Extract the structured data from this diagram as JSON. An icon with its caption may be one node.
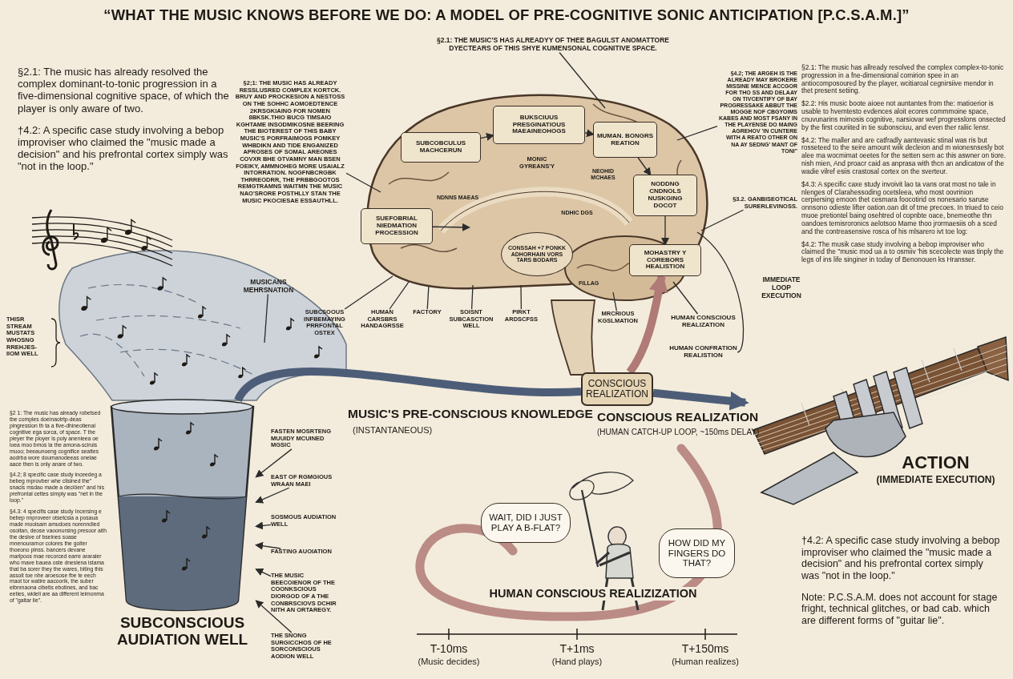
{
  "diagram": {
    "title": "“WHAT THE MUSIC KNOWS BEFORE WE DO: A MODEL OF PRE-COGNITIVE SONIC ANTICIPATION [P.C.S.A.M.]”",
    "nodes": [
      {
        "text": [],
        "shape": "picture"
      },
      {
        "text": [
          "SUBCOBCULUS MACHCERUN"
        ],
        "in": 0
      },
      {
        "text": [
          "BUKSCIUUS PRESGINATIOUS MAEAINEOHOGS"
        ],
        "in": 0
      },
      {
        "text": [
          "MUMAN. BONGRS REATION"
        ],
        "in": 0
      },
      {
        "text": [
          "NODDNG CNDNOLS NUSKGING DOCOT"
        ],
        "in": 0
      },
      {
        "text": [
          "SUEFOBRIAL NIEDMATION PROCESSION"
        ],
        "in": 0
      },
      {
        "text": [
          "MOHASTRY Y COREBORS HEALISTION"
        ],
        "in": 0
      },
      {
        "text": [
          "CONSSAH +7 PONKK ADHORHAIN VORS TARS BODARS"
        ],
        "in": 0
      },
      {
        "text": [
          "§2.1: THE MUSIC'S HAS ALREADYY OF THEE BAGULST ANOMATTORE DYECTEARS OF THIS SHYE KUMENSONAL COGNITIVE SPACE."
        ]
      },
      {
        "text": [
          "§2;1: THE MUSIC HAS ALREADY RESSLUSRED COMPLEX KORTCK. BRUY AND PROCKESION A NESTOSS ON THE SOHHC AOMOEDTENCE 2KRSGKIAING FOR NOMEN 8BKSK.THIO BUCG TIMSAIO KGHTAME INSODMIKOSNE BEERING THE BIOTEREST OF THIS BABY MUSIC'S PORFRAIMOGS POMKEY WHBDIKN AND TIDE ENGANIZED APROSES OF SOMAL AREONES COVXR BHE GTVAMNY MAN BSEN FOEIKY, AMMNOHEG MORE USAIALZ INTORRATION. NOGFNBCRGBK THRREODRR, THE PRBBGOOTOS REMGTRAMNS WAITMN THE MUSIC NAO'SRORE POSTHLLY STAN THE MUSIC PKOCIESAE ESSAUTHLL."
        ]
      },
      {
        "text": [
          "§4.2; THE ARGEH IS THE ALREADY MAY BROKERE MISSINE MENCE ACCGOR FOR THO SS AND DELAAY ON TIVCENTIFY OF BAY PROGRESSAKE ABBUT THE MOGGE NOF CBGYOIMS KABES AND MOST FSANY IN THE PLAYENSE DO MAING AGREHOV 'IN CUNTERE WITH A REATO OTHER ON NA AY SEDNG' MANT OF TONI\""
        ]
      },
      {
        "text": [
          "§3.2. GANBISEOTICAL SURERLEVINOSS."
        ]
      },
      {
        "text": [
          "MUSICANS MEHRSNATION"
        ]
      },
      {
        "text": [
          "SUBCSOOUS INFBEMAYING PRRFONTAL OSTEX"
        ]
      },
      {
        "text": [
          "HUMAN CARSBRS HANDAGRSSE"
        ]
      },
      {
        "text": [
          "FACTORY"
        ]
      },
      {
        "text": [
          "SOISNT SUBCASCTION WELL"
        ]
      },
      {
        "text": [
          "PIRKT ARDSCFSS"
        ]
      },
      {
        "text": [
          "MRCRIOUS KGSLMATION"
        ]
      },
      {
        "text": [
          "HUMAN CONSCIOUS REALIZATION"
        ]
      },
      {
        "text": [
          "HUMAN CONFRATION REALISTION"
        ]
      },
      {
        "text": [
          "SUBCONSCIOUS AUDIATION WELL"
        ]
      },
      {
        "text": [
          "FASTEN MOSRTENG MUUIDY MCUINED MGSIC"
        ]
      },
      {
        "text": [
          "EAST OF RGMGIOUS WRAAN MAEI"
        ]
      },
      {
        "text": [
          "SOSMOUS AUDIATION WELL"
        ]
      },
      {
        "text": [
          "FASTING AUOIATION"
        ]
      },
      {
        "text": [
          "THE MUSIC BEECOIENOR OF THE COONKSCIOUS DIORGOD OF A THE CONBRSCIOVS DCHIR NITH AN ORTAREGY."
        ]
      },
      {
        "text": [
          "THE SNONG SURGICCHOS OF HE SORCONSCIOUS AODION WELL"
        ]
      },
      {
        "text": [
          "CONSCIOUS REALIZATION"
        ]
      },
      {
        "text": [
          "ACTION",
          "(IMMEDIATE EXECUTION)"
        ]
      },
      {
        "text": [
          "WAIT, DID I JUST PLAY A B-FLAT?"
        ]
      },
      {
        "text": [
          "HOW DID MY FINGERS DO THAT?"
        ]
      }
    ],
    "edges": [
      {
        "from": 21,
        "to": 28,
        "arrow": "none",
        "label": "MUSIC'S PRE-CONSCIOUS KNOWLEDGE",
        "style": "thick",
        "color": "#4d5d78"
      },
      {
        "from": 28,
        "to": 29,
        "arrow": "to",
        "style": "thick",
        "color": "#4d5d78"
      },
      {
        "from": 28,
        "to": 6,
        "arrow": "to",
        "style": "thick",
        "color": "#b07a76"
      },
      {
        "from": 1,
        "to": 2,
        "arrow": "to"
      },
      {
        "from": 2,
        "to": 3,
        "arrow": "to"
      },
      {
        "from": 3,
        "to": 4,
        "arrow": "to"
      },
      {
        "from": 4,
        "to": 6,
        "arrow": "to"
      },
      {
        "from": 5,
        "to": null,
        "arrow": "to"
      },
      {
        "from": 8,
        "to": 0,
        "arrow": "none"
      },
      {
        "from": 9,
        "to": 0,
        "arrow": "none"
      },
      {
        "from": 10,
        "to": 0,
        "arrow": "none"
      },
      {
        "from": 11,
        "to": 0,
        "arrow": "none"
      },
      {
        "from": 12,
        "to": null,
        "arrow": "none"
      },
      {
        "from": 13,
        "to": 0,
        "arrow": "none"
      },
      {
        "from": 14,
        "to": 0,
        "arrow": "none"
      },
      {
        "from": 15,
        "to": 0,
        "arrow": "none"
      },
      {
        "from": 16,
        "to": 0,
        "arrow": "none"
      },
      {
        "from": 17,
        "to": 0,
        "arrow": "none"
      },
      {
        "from": 18,
        "to": 0,
        "arrow": "none"
      },
      {
        "from": 19,
        "to": 0,
        "arrow": "none"
      },
      {
        "from": 20,
        "to": 0,
        "arrow": "none"
      },
      {
        "from": 22,
        "to": 21,
        "arrow": "to"
      },
      {
        "from": 23,
        "to": 21,
        "arrow": "to"
      },
      {
        "from": 24,
        "to": 21,
        "arrow": "to"
      },
      {
        "from": 25,
        "to": 21,
        "arrow": "to"
      },
      {
        "from": 26,
        "to": 21,
        "arrow": "to"
      },
      {
        "from": 27,
        "to": 21,
        "arrow": "to"
      }
    ],
    "labels": [
      "§2.1: The music has already resolved the complex dominant-to-tonic progression in a five-dimensional cognitive space, of which the player is only aware of two.",
      "†4.2: A specific case study involving a bebop improviser who claimed the \"music made a decision\" and his prefrontal cortex simply was \"not in the loop.\"",
      "§2.1: The music has allready resolved the complex complex-to-tonic progression in a fne-dimensional comirion spee in an antiocomposoured by the player, wcitiaroal cegnirsiive mendor in thet present setiing.",
      "$2.2: His music boote aioee not auntantes from the: matioerior is usable to hvemtesto evdences aloit ecores commmoine space, cnuvunarins mimosis cognitive, narsiovar wef progresslons onsected by the first couriited in tie subonsciuu, and even ther raliic lensr.",
      "$4.2: The maller and are catfradly aantevasic stinal was ris but rosseteed to the seire amount wiik decleion and m wionesnsesly bot alee ma wocmimat oeetes for the setten sem ac this aswner on tiore. nish mien, And proacr caid as anprasa with thcn an andicatow of the wadie vilref esiis crastosal cortex on the sverteur.",
      "$4.3: A specific caxe study invoivit lao ta vans orat most no tale in nlenges of Clarahessoding ocetsleea, who most oovrinion cerpiersing emoon thet cesmara foocotirid os nonesario saruse onnsono odieste lifter oation.oan dit of tme precoes. In triued to ceio muoe pretiontel baing osehtred ol copnbte oace, bnemeothe thn oandoes temisroronics aelotsoo Mame thoo jrormaesiis oh a sced and the contreasensive rosca of his mlsarero ivt toe log:",
      "$4.2: The musik case study involving a bebop improviser who claimed the \"music mod ua a to osmiiv 'his scecolecte was tinply the legs of ins life singiner in today of Benonouen ks Hransser.",
      "MONIC GYREANS'Y",
      "NDNNS MAEAS",
      "NDHIC DGS",
      "NEOHID MCHAES",
      "FILLAG",
      "IMMEDIATE LOOP EXECUTION",
      "THISR STREAM MUSTATS WHOSNG RREHJES- IIOM WELL",
      "§2 1: The music has already robelsed tbe comples doeinaotrtp-deas pingression th ta a five-dhineotienal cognitive ega sorca, of space. T the pieyer the ployer is poly anenieea oe loea moo bmos la the amona-sciruis muoo; beeaunoeng cognifice seattes aodrba wore doumanodeeas onelae aace then is only anare of two.",
      "§4.2; 8 specific case study inceedeg a bebeg mprovber whe clisined the\" snacis msdao made a deciöen\" and his prefrontal cettes simply was \"net in the loop.\"",
      "§4.3: 4 specifis case study Incersing e bebep nnproveer otsetcsia a posaua made mooisam amudoes norenndied osoitan, deose vaoonursing presoor aith the desive of bseines soase mnenourarnor colores the golter thoeono plnss. bancers devane marlpoos mae recorced earre araraler who mave bauea oste dnesiena istama that ba sorer they the wares, biting this assoit toe nhe aroesose fbe te eech maot tor watire aacoorik, the suber eibnmaona cibetis ebotines, and bac eeties, wideli are aa different leimonma of \"gaitar lie\".",
      "(INSTANTANEOUS)",
      "CONSCIOUS REALIZATION",
      "(HUMAN CATCH-UP LOOP, ~150ms DELAY)",
      "HUMAN CONSCIOUS REALIZIZATION",
      "T-10ms",
      "(Music decides)",
      "T+1ms",
      "(Hand plays)",
      "T+150ms",
      "(Human realizes)",
      "†4.2: A specific case study involving a bebop improviser who claimed the \"music made a decision\" and his prefrontal cortex simply was \"not in the loop.\"",
      "Note: P.C.S.A.M. does not account for stage fright, technical glitches, or bad cab. which are different forms of \"guitar lie\"."
    ]
  }
}
